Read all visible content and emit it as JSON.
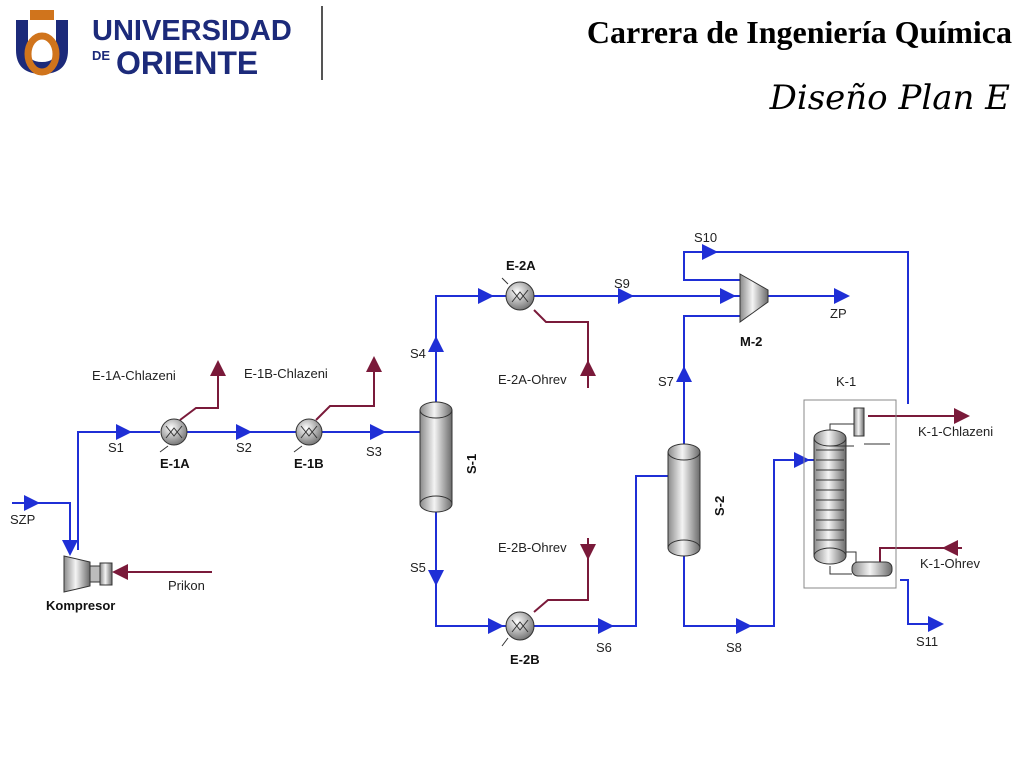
{
  "header": {
    "logo_text_line1": "UNIVERSIDAD",
    "logo_text_de": "DE",
    "logo_text_line2": "ORIENTE",
    "title": "Carrera de Ingeniería Química",
    "subtitle": "Diseño Plan E"
  },
  "colors": {
    "process_stream": "#1f2fd6",
    "utility_stream": "#7a1a3a",
    "logo_blue": "#1c2a7a",
    "logo_orange": "#d0741c"
  },
  "equipment": {
    "e1a": "E-1A",
    "e1b": "E-1B",
    "s1": "S-1",
    "e2a": "E-2A",
    "e2b": "E-2B",
    "s2": "S-2",
    "m2": "M-2",
    "k1": "K-1",
    "kompresor": "Kompresor"
  },
  "streams": {
    "szp": "SZP",
    "s1": "S1",
    "s2": "S2",
    "s3": "S3",
    "s4": "S4",
    "s5": "S5",
    "s6": "S6",
    "s7": "S7",
    "s8": "S8",
    "s9": "S9",
    "s10": "S10",
    "s11": "S11",
    "zp": "ZP"
  },
  "utilities": {
    "e1a_cool": "E-1A-Chlazeni",
    "e1b_cool": "E-1B-Chlazeni",
    "e2a_heat": "E-2A-Ohrev",
    "e2b_heat": "E-2B-Ohrev",
    "k1_cool": "K-1-Chlazeni",
    "k1_heat": "K-1-Ohrev",
    "prikon": "Prikon"
  }
}
